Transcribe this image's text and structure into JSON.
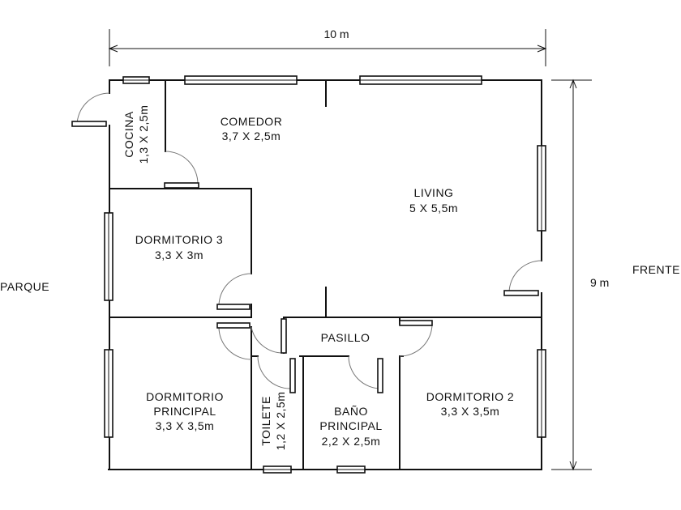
{
  "dimensions": {
    "width": "10 m",
    "height": "9 m"
  },
  "orientation": {
    "left": "PARQUE",
    "right": "FRENTE"
  },
  "rooms": {
    "cocina": {
      "name": "COCINA",
      "size": "1,3 X 2,5m"
    },
    "comedor": {
      "name": "COMEDOR",
      "size": "3,7 X 2,5m"
    },
    "living": {
      "name": "LIVING",
      "size": "5 X 5,5m"
    },
    "dorm3": {
      "name": "DORMITORIO 3",
      "size": "3,3 X 3m"
    },
    "pasillo": {
      "name": "PASILLO"
    },
    "dormp": {
      "line1": "DORMITORIO",
      "line2": "PRINCIPAL",
      "size": "3,3 X 3,5m"
    },
    "toilete": {
      "name": "TOILETE",
      "size": "1,2 X 2,5m"
    },
    "bano": {
      "line1": "BAÑO",
      "line2": "PRINCIPAL",
      "size": "2,2 X 2,5m"
    },
    "dorm2": {
      "name": "DORMITORIO 2",
      "size": "3,3 X 3,5m"
    }
  },
  "colors": {
    "wall": "#111111",
    "door_swing": "#777777",
    "background": "#ffffff"
  }
}
